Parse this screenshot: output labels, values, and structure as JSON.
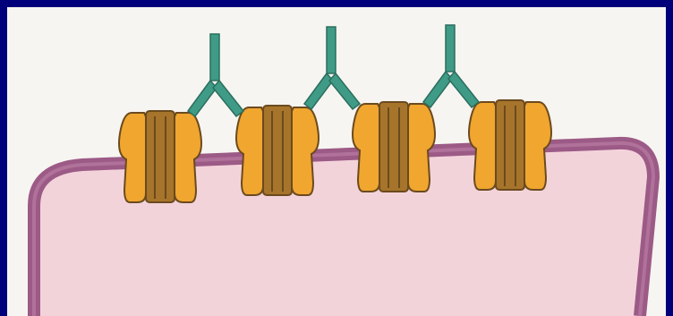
{
  "diagram": {
    "colors": {
      "frame": "#00007a",
      "panel": "#f7f5f1",
      "cytoplasm": "#f3d3da",
      "membrane": "#9c5a86",
      "membrane_inner": "#b97aa3",
      "channel_side": "#f0a62f",
      "channel_core": "#a6742b",
      "channel_outline": "#6b4a1e",
      "antibody": "#3f9b86",
      "antibody_outline": "#2c6e5f"
    },
    "channels": [
      {
        "id": "channel-1",
        "has_antibody": true
      },
      {
        "id": "channel-2",
        "has_antibody": true
      },
      {
        "id": "channel-3",
        "has_antibody": true
      },
      {
        "id": "channel-4",
        "has_antibody": false
      }
    ]
  }
}
